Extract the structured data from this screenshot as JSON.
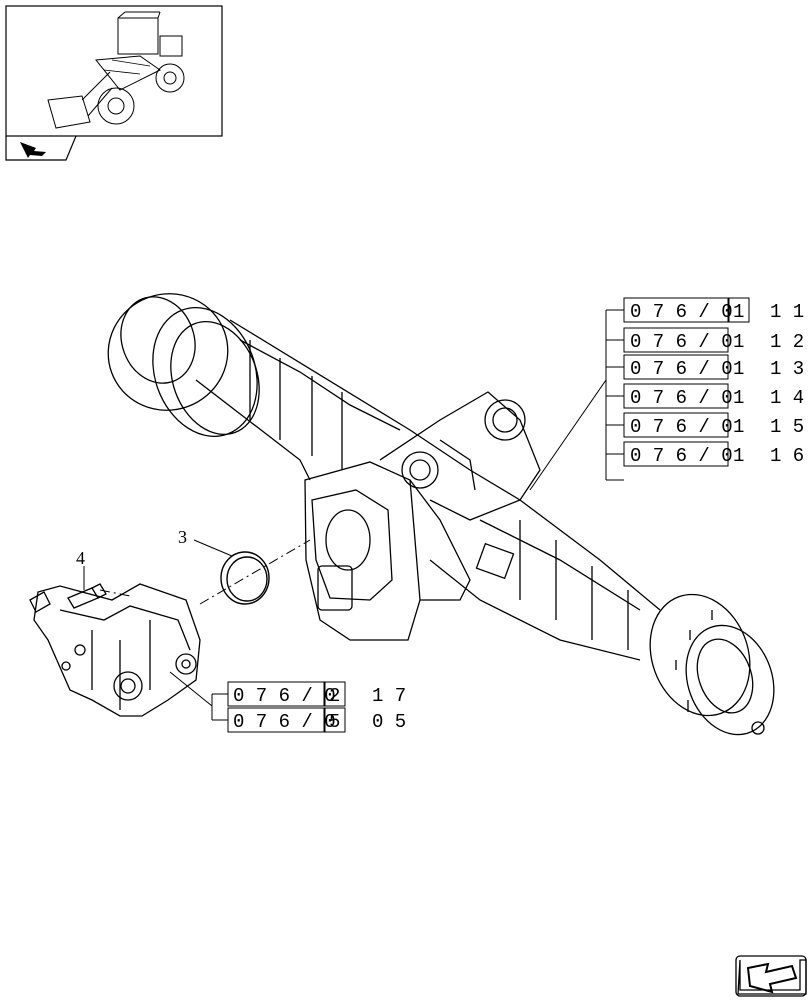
{
  "thumbnail": {
    "description_icon": "wheel-loader-thumbnail",
    "nav_icon": "arrow-icon"
  },
  "callouts": {
    "part3": "3",
    "part4": "4"
  },
  "refs_group_right": [
    {
      "code": "0 7 6 / 0",
      "box": "1",
      "suffix": "1 1",
      "boxed_digit": true
    },
    {
      "code": "0 7 6 / 0",
      "box": "1",
      "suffix": "1 2",
      "boxed_digit": false
    },
    {
      "code": "0 7 6 / 0",
      "box": "1",
      "suffix": "1 3",
      "boxed_digit": false
    },
    {
      "code": "0 7 6 / 0",
      "box": "1",
      "suffix": "1 4",
      "boxed_digit": false
    },
    {
      "code": "0 7 6 / 0",
      "box": "1",
      "suffix": "1 5",
      "boxed_digit": false
    },
    {
      "code": "0 7 6 / 0",
      "box": "1",
      "suffix": "1 6",
      "boxed_digit": false
    }
  ],
  "refs_group_left": [
    {
      "code": "0 7 6 / 0",
      "box": "2",
      "suffix": "1 7"
    },
    {
      "code": "0 7 6 / 0",
      "box": "5",
      "suffix": "0 5"
    }
  ],
  "icons": {
    "bottom_nav": "next-page-arrow-icon"
  }
}
